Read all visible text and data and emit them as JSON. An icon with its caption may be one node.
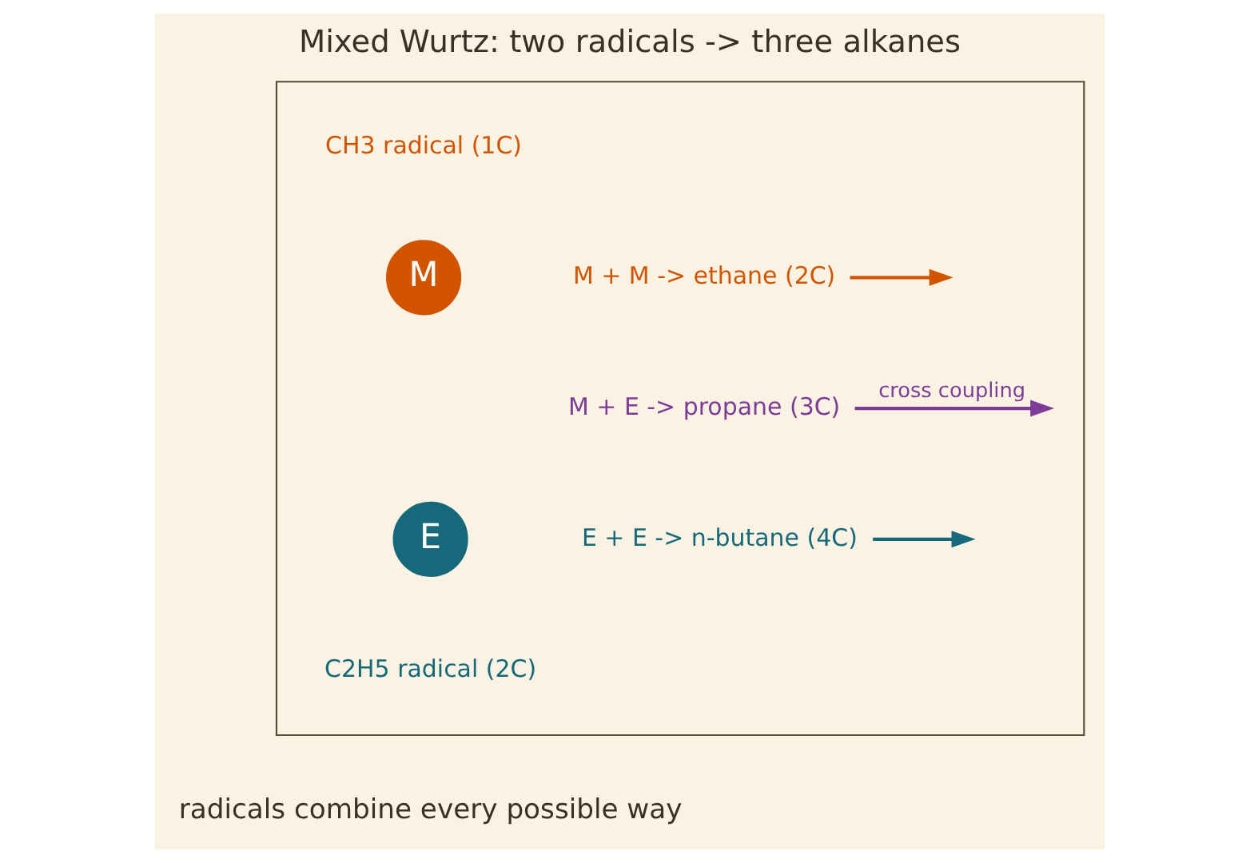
{
  "diagram": {
    "title": "Mixed Wurtz: two radicals -> three alkanes",
    "caption": "radicals combine every possible way",
    "nodes": [
      {
        "text": [],
        "shape": "box"
      },
      {
        "text": [
          "M"
        ],
        "beside": [
          "CH3 radical (1C)"
        ],
        "in": 0
      },
      {
        "text": [
          "E"
        ],
        "beside": [
          "C2H5 radical (2C)"
        ],
        "in": 0
      },
      {
        "text": [
          "M + M -> ethane (2C)"
        ],
        "in": 0
      },
      {
        "text": [
          "M + E -> propane (3C)"
        ],
        "in": 0
      },
      {
        "text": [
          "E + E -> n-butane (4C)"
        ],
        "in": 0
      }
    ],
    "edges": [
      {
        "from": 3,
        "to": null,
        "arrow": "to",
        "color": "#d35400"
      },
      {
        "from": 4,
        "to": null,
        "arrow": "to",
        "label": "cross coupling",
        "color": "#7d3c98"
      },
      {
        "from": 5,
        "to": null,
        "arrow": "to",
        "color": "#16697a"
      }
    ]
  }
}
